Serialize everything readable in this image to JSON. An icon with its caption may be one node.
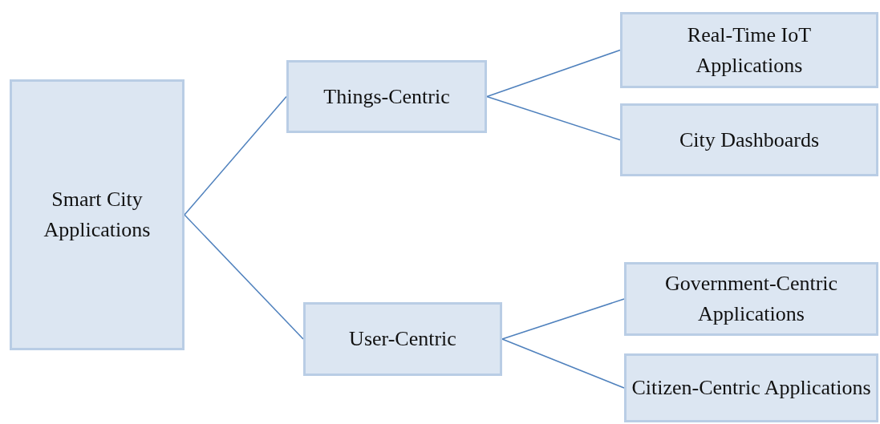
{
  "diagram": {
    "nodes": [
      {
        "text": [
          "Smart City Applications"
        ]
      },
      {
        "text": [
          "Things-Centric"
        ]
      },
      {
        "text": [
          "User-Centric"
        ]
      },
      {
        "text": [
          "Real-Time IoT Applications"
        ]
      },
      {
        "text": [
          "City Dashboards"
        ]
      },
      {
        "text": [
          "Government-Centric Applications"
        ]
      },
      {
        "text": [
          "Citizen-Centric Applications"
        ]
      }
    ],
    "edges": [
      {
        "from": 0,
        "to": 1,
        "arrow": "none"
      },
      {
        "from": 0,
        "to": 2,
        "arrow": "none"
      },
      {
        "from": 1,
        "to": 3,
        "arrow": "none"
      },
      {
        "from": 1,
        "to": 4,
        "arrow": "none"
      },
      {
        "from": 2,
        "to": 5,
        "arrow": "none"
      },
      {
        "from": 2,
        "to": 6,
        "arrow": "none"
      }
    ]
  }
}
